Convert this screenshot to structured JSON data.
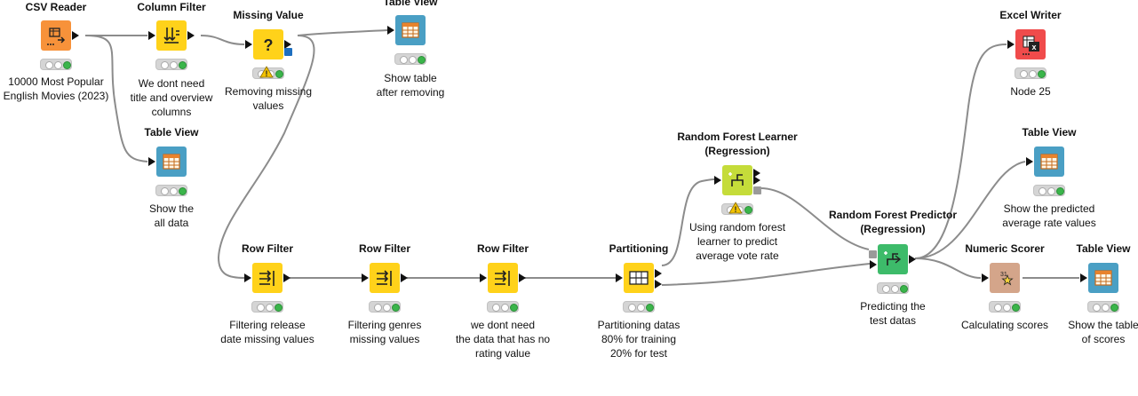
{
  "workflow": {
    "nodes": [
      {
        "id": "n1",
        "title": "CSV Reader",
        "annotation": "10000 Most Popular\nEnglish Movies (2023)",
        "color": "#f7923a",
        "icon": "table-in-icon",
        "warning": false
      },
      {
        "id": "n2",
        "title": "Column Filter",
        "annotation": "We dont need\ntitle and overview\ncolumns",
        "color": "#ffd21a",
        "icon": "column-filter-icon",
        "warning": false
      },
      {
        "id": "n3",
        "title": "Missing Value",
        "annotation": "Removing missing\nvalues",
        "color": "#ffd21a",
        "icon": "question-icon",
        "warning": true
      },
      {
        "id": "n4",
        "title": "Table View",
        "annotation": "Show table\nafter removing",
        "color": "#4a9fc4",
        "icon": "table-view-icon",
        "warning": false
      },
      {
        "id": "n5",
        "title": "Table View",
        "annotation": "Show the\nall data",
        "color": "#4a9fc4",
        "icon": "table-view-icon",
        "warning": false
      },
      {
        "id": "n6",
        "title": "Row Filter",
        "annotation": "Filtering release\ndate missing values",
        "color": "#ffd21a",
        "icon": "row-filter-icon",
        "warning": false
      },
      {
        "id": "n7",
        "title": "Row Filter",
        "annotation": "Filtering genres\nmissing values",
        "color": "#ffd21a",
        "icon": "row-filter-icon",
        "warning": false
      },
      {
        "id": "n8",
        "title": "Row Filter",
        "annotation": "we dont need\nthe data that has no\nrating value",
        "color": "#ffd21a",
        "icon": "row-filter-icon",
        "warning": false
      },
      {
        "id": "n9",
        "title": "Partitioning",
        "annotation": "Partitioning datas\n80% for training\n20% for test",
        "color": "#ffd21a",
        "icon": "partition-icon",
        "warning": false
      },
      {
        "id": "n10",
        "title": "Random Forest Learner\n(Regression)",
        "annotation": "Using random forest\nlearner to predict\naverage vote rate",
        "color": "#c5dc3a",
        "icon": "learner-icon",
        "warning": true
      },
      {
        "id": "n11",
        "title": "Random Forest Predictor\n(Regression)",
        "annotation": "Predicting the\ntest datas",
        "color": "#3dbb6a",
        "icon": "predictor-icon",
        "warning": false
      },
      {
        "id": "n12",
        "title": "Excel Writer",
        "annotation": "Node 25",
        "color": "#f04b4b",
        "icon": "excel-icon",
        "warning": false
      },
      {
        "id": "n13",
        "title": "Table View",
        "annotation": "Show the predicted\naverage rate values",
        "color": "#4a9fc4",
        "icon": "table-view-icon",
        "warning": false
      },
      {
        "id": "n14",
        "title": "Numeric Scorer",
        "annotation": "Calculating scores",
        "color": "#d4a58a",
        "icon": "scorer-icon",
        "warning": false
      },
      {
        "id": "n15",
        "title": "Table View",
        "annotation": "Show the table\nof scores",
        "color": "#4a9fc4",
        "icon": "table-view-icon",
        "warning": false
      }
    ]
  }
}
